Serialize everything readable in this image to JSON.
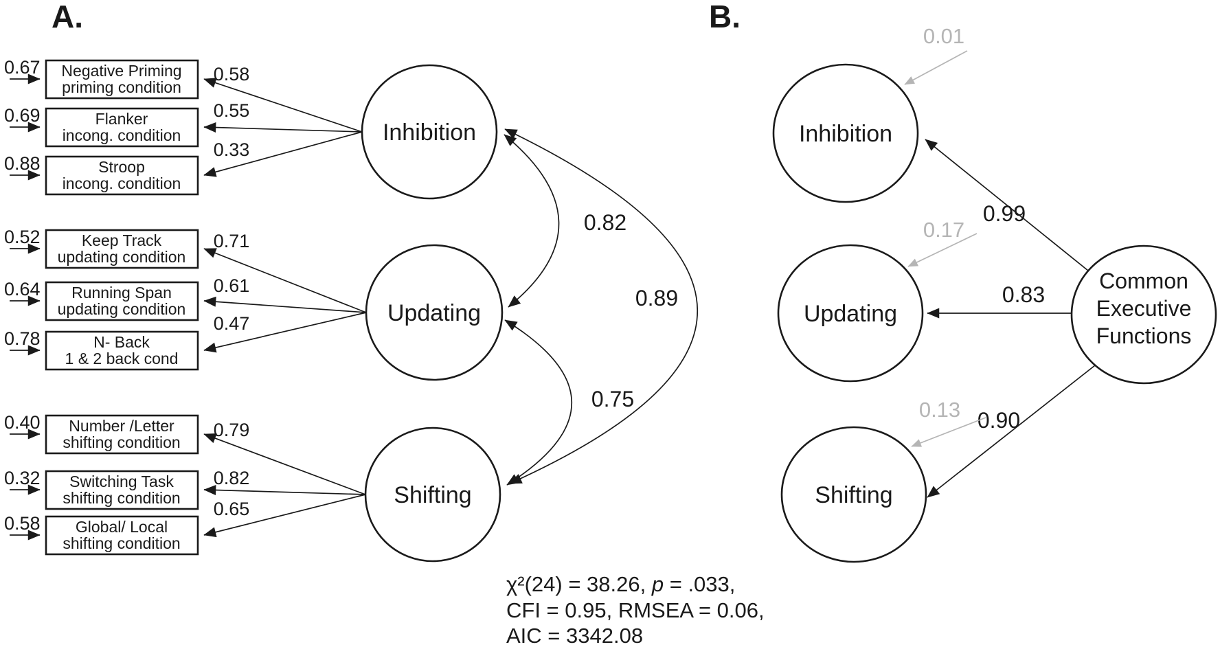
{
  "figure": {
    "panel_a": {
      "label": "A.",
      "latent_factors": [
        "Inhibition",
        "Updating",
        "Shifting"
      ],
      "indicators": [
        {
          "task": "Negative Priming",
          "condition": "priming condition",
          "loading": "0.58",
          "error": "0.67"
        },
        {
          "task": "Flanker",
          "condition": "incong. condition",
          "loading": "0.55",
          "error": "0.69"
        },
        {
          "task": "Stroop",
          "condition": "incong. condition",
          "loading": "0.33",
          "error": "0.88"
        },
        {
          "task": "Keep Track",
          "condition": "updating condition",
          "loading": "0.71",
          "error": "0.52"
        },
        {
          "task": "Running Span",
          "condition": "updating condition",
          "loading": "0.61",
          "error": "0.64"
        },
        {
          "task": "N- Back",
          "condition": "1 & 2 back cond",
          "loading": "0.47",
          "error": "0.78"
        },
        {
          "task": "Number /Letter",
          "condition": "shifting condition",
          "loading": "0.79",
          "error": "0.40"
        },
        {
          "task": "Switching Task",
          "condition": "shifting condition",
          "loading": "0.82",
          "error": "0.32"
        },
        {
          "task": "Global/ Local",
          "condition": "shifting condition",
          "loading": "0.65",
          "error": "0.58"
        }
      ],
      "correlations": [
        {
          "between": "Inhibition-Updating",
          "value": "0.82"
        },
        {
          "between": "Inhibition-Shifting",
          "value": "0.89"
        },
        {
          "between": "Updating-Shifting",
          "value": "0.75"
        }
      ],
      "fit": {
        "line1_pre": "χ²(24) = 38.26, ",
        "line1_p": "p",
        "line1_post": " = .033,",
        "line2": "CFI = 0.95, RMSEA = 0.06,",
        "line3": "AIC = 3342.08"
      }
    },
    "panel_b": {
      "label": "B.",
      "factor": {
        "line1": "Common",
        "line2": "Executive",
        "line3": "Functions"
      },
      "paths": [
        {
          "name": "Inhibition",
          "loading": "0.99",
          "residual": "0.01"
        },
        {
          "name": "Updating",
          "loading": "0.83",
          "residual": "0.17"
        },
        {
          "name": "Shifting",
          "loading": "0.90",
          "residual": "0.13"
        }
      ]
    },
    "colors": {
      "ink": "#1a1a1a",
      "muted_gray": "#b5b5b5",
      "background": "#ffffff"
    }
  }
}
